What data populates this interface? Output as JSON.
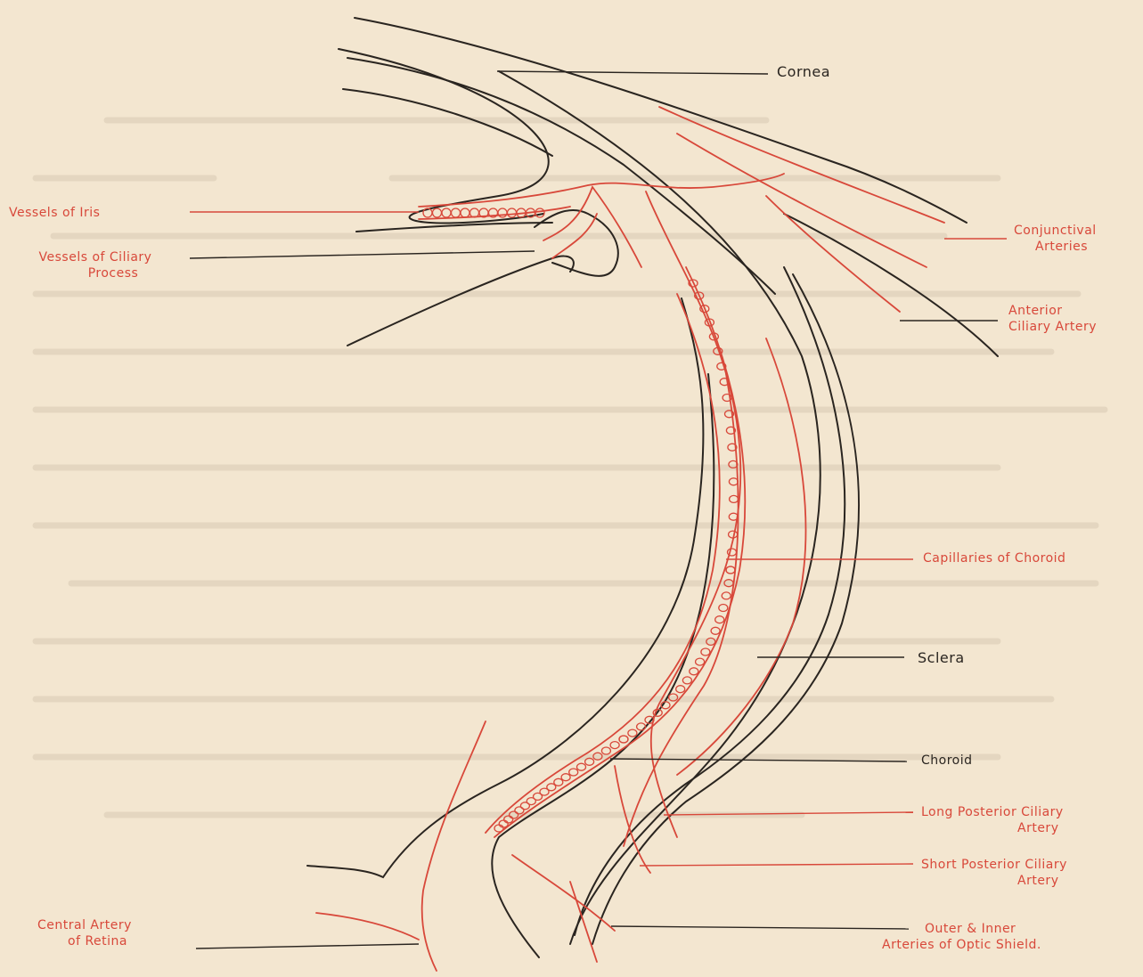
{
  "colors": {
    "paper": "#f3e6d0",
    "ink": "#2a2520",
    "red_ink": "#d8483a"
  },
  "labels": {
    "cornea": "Cornea",
    "vessels_iris": "Vessels of Iris",
    "vessels_ciliary_line1": "Vessels of Ciliary",
    "vessels_ciliary_line2": "Process",
    "conjunctival_line1": "Conjunctival",
    "conjunctival_line2": "Arteries",
    "anterior_ciliary_line1": "Anterior",
    "anterior_ciliary_line2": "Ciliary Artery",
    "capillaries_choroid": "Capillaries of Choroid",
    "sclera": "Sclera",
    "choroid": "Choroid",
    "long_posterior_line1": "Long Posterior Ciliary",
    "long_posterior_line2": "Artery",
    "short_posterior_line1": "Short Posterior Ciliary",
    "short_posterior_line2": "Artery",
    "outer_inner_line1": "Outer & Inner",
    "outer_inner_line2": "Arteries of Optic Shield.",
    "central_artery_line1": "Central Artery",
    "central_artery_line2": "of Retina"
  }
}
